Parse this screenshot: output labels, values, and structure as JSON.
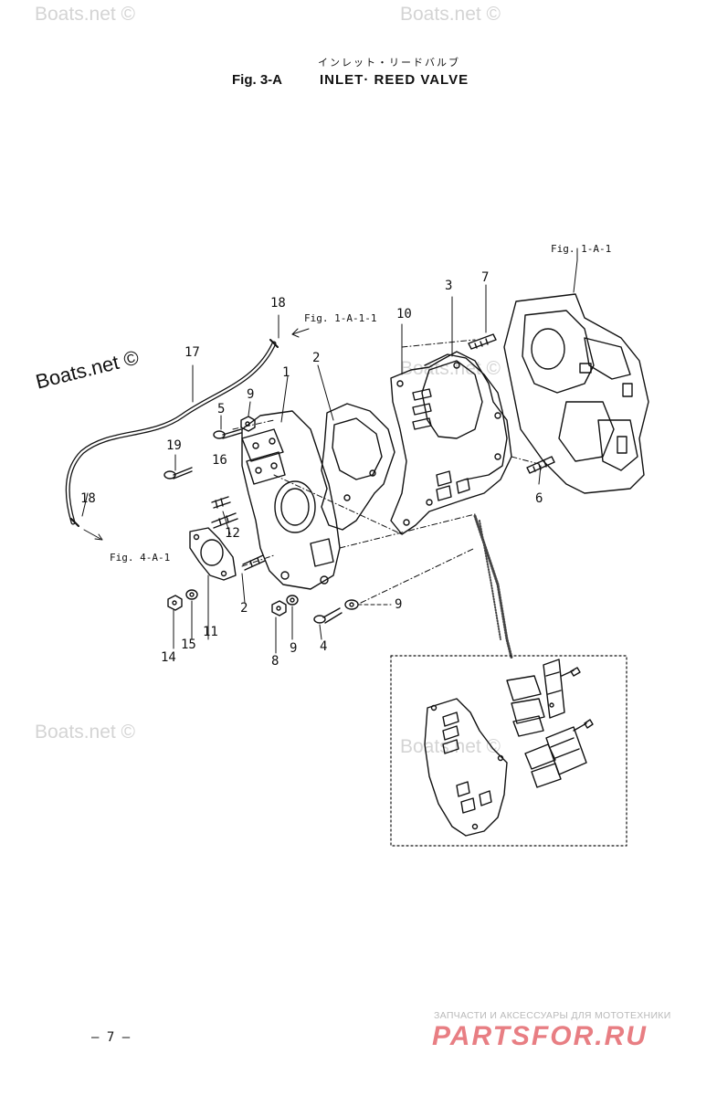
{
  "header": {
    "japanese_title": "インレット・リードバルブ",
    "fig_label": "Fig. 3-A",
    "title": "INLET· REED VALVE"
  },
  "watermarks": {
    "small": "Boats.net ©",
    "main": "Boats.net ©"
  },
  "references": {
    "fig_1a1": "Fig. 1-A-1",
    "fig_1a11": "Fig. 1-A-1-1",
    "fig_4a1": "Fig. 4-A-1"
  },
  "callouts": [
    "1",
    "2",
    "2",
    "3",
    "4",
    "5",
    "6",
    "7",
    "8",
    "9",
    "9",
    "9",
    "10",
    "11",
    "12",
    "14",
    "15",
    "16",
    "17",
    "18",
    "18",
    "19"
  ],
  "footer": {
    "page_number": "– 7 –",
    "promo_small": "ЗАПЧАСТИ И АКСЕССУАРЫ ДЛЯ МОТОТЕХНИКИ",
    "promo_big": "PARTSFOR.RU"
  }
}
